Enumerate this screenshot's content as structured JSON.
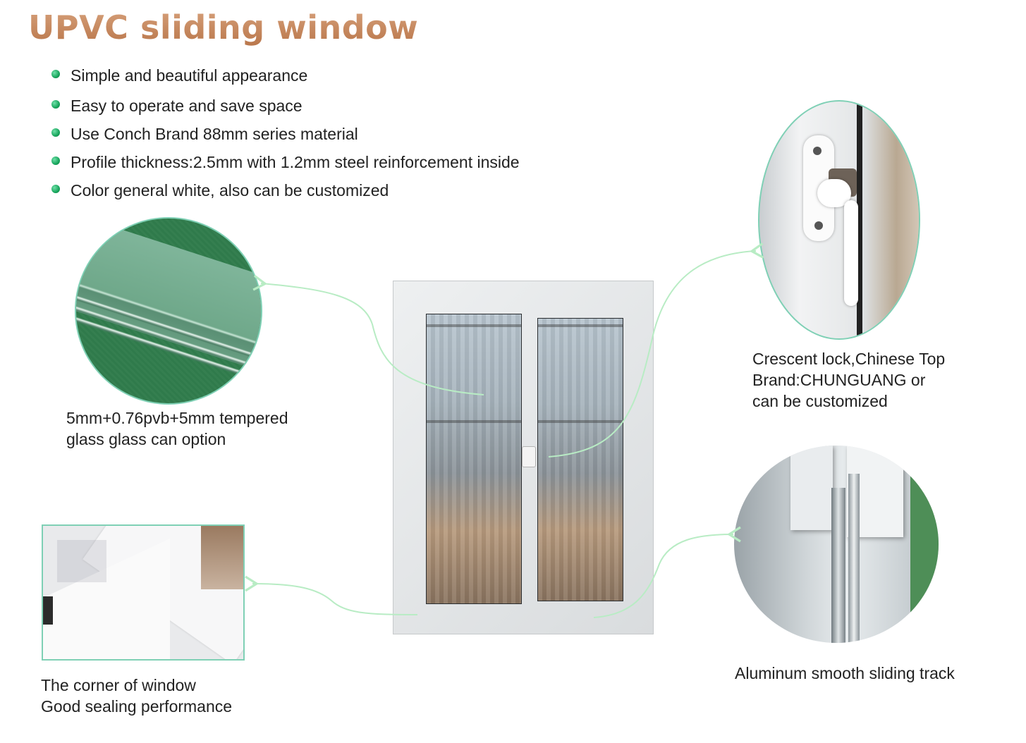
{
  "title": "UPVC sliding window",
  "features": [
    "Simple and beautiful appearance",
    "Easy to operate and save space",
    "Use Conch Brand 88mm series material",
    "Profile thickness:2.5mm with 1.2mm steel reinforcement inside",
    "Color general white, also can be customized"
  ],
  "details": {
    "glass": {
      "line1": "5mm+0.76pvb+5mm tempered",
      "line2": "glass glass can option"
    },
    "lock": {
      "line1": "Crescent lock,Chinese Top",
      "line2": "Brand:CHUNGUANG or",
      "line3": "can be customized"
    },
    "corner": {
      "line1": "The corner of window",
      "line2": "Good sealing performance"
    },
    "track": {
      "line1": "Aluminum smooth sliding track"
    }
  },
  "colors": {
    "title": "#c8895e",
    "bullet": "#17a55c",
    "connector": "#b8ecc4"
  }
}
